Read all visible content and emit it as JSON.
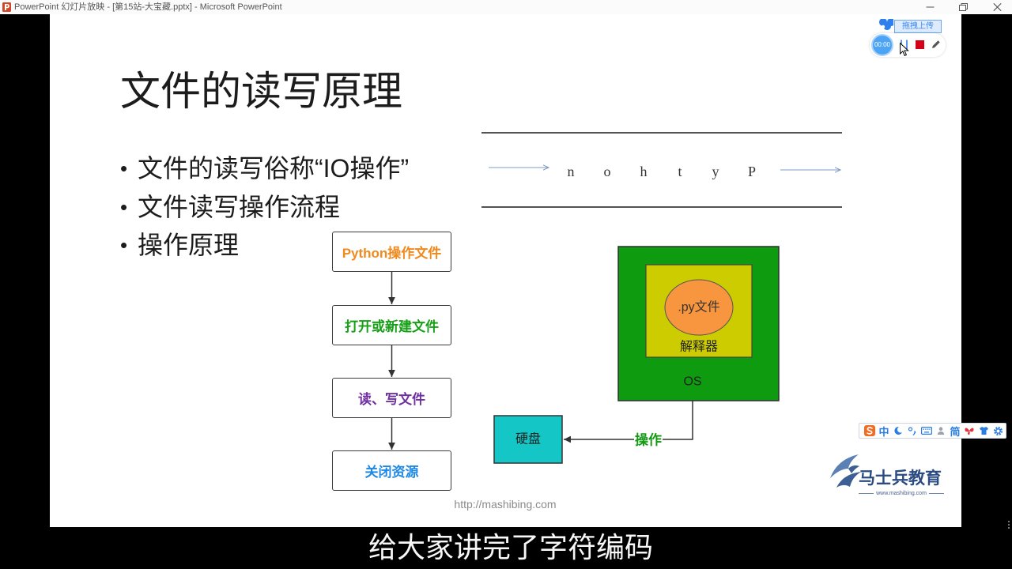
{
  "window": {
    "title": "PowerPoint 幻灯片放映 - [第15站-大宝藏.pptx] - Microsoft PowerPoint",
    "icons": {
      "app": "powerpoint-icon",
      "minimize": "minimize-icon",
      "restore": "restore-icon",
      "close": "close-icon"
    },
    "colors": {
      "app_icon": "#d24726"
    }
  },
  "slide": {
    "title": "文件的读写原理",
    "bullet_symbol": "•",
    "bullets": [
      "文件的读写俗称“IO操作”",
      "文件读写操作流程",
      "操作原理"
    ],
    "stream_letters": [
      "n",
      "o",
      "h",
      "t",
      "y",
      "P"
    ],
    "flow_steps": [
      {
        "label": "Python操作文件",
        "color": "#f08a1e"
      },
      {
        "label": "打开或新建文件",
        "color": "#17a017"
      },
      {
        "label": "读、写文件",
        "color": "#7030a0"
      },
      {
        "label": "关闭资源",
        "color": "#1e88e5"
      }
    ],
    "os_diagram": {
      "file_label": ".py文件",
      "interpreter_label": "解释器",
      "os_label": "OS",
      "operation_label": "操作",
      "disk_label": "硬盘",
      "colors": {
        "os_fill": "#0f9b0f",
        "interpreter_fill": "#cccc00",
        "file_fill": "#f8953f",
        "disk_fill": "#14c6c6",
        "operation_text": "#129912"
      }
    },
    "footer_url": "http://mashibing.com",
    "logo": {
      "name": "马士兵教育",
      "url": "www.mashibing.com",
      "icon": "logo-mark-icon",
      "color": "#2b4c82"
    }
  },
  "recorder": {
    "upload_label": "拖拽上传",
    "timer": "00:00",
    "icons": {
      "upload": "cloud-upload-icon",
      "pause": "pause-icon",
      "stop": "stop-icon",
      "pen": "pencil-icon"
    },
    "colors": {
      "accent": "#2f80ed",
      "stop": "#d4001a"
    }
  },
  "ime_toolbar": {
    "mode": "中",
    "script": "简",
    "icons": [
      "sogou-logo-icon",
      "moon-icon",
      "punctuation-icon",
      "keyboard-icon",
      "user-icon",
      "skin-icon",
      "shirt-icon",
      "gear-icon"
    ],
    "colors": {
      "accent": "#2a7de1"
    }
  },
  "cursor": {
    "icon": "mouse-cursor-icon"
  },
  "subtitle": "给大家讲完了字符编码"
}
